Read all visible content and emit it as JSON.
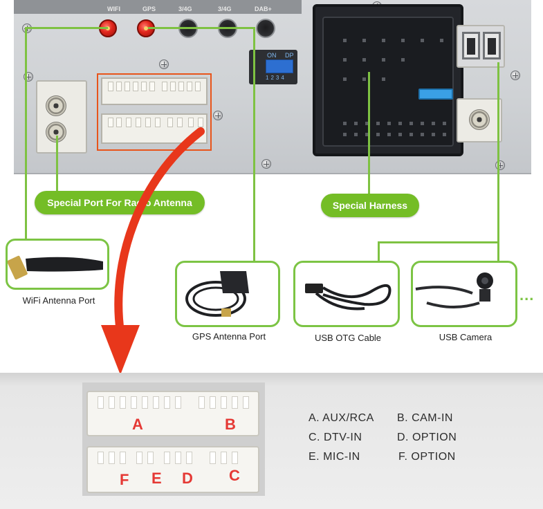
{
  "panel": {
    "rf_labels": [
      "WIFI",
      "GPS"
    ],
    "hole_labels": [
      "3/4G",
      "3/4G",
      "DAB+"
    ],
    "dip_switch": {
      "on_label": "ON",
      "dp_label": "DP",
      "numbers": "1234"
    }
  },
  "callouts": {
    "radio_antenna": "Special Port For Radio Antenna",
    "harness": "Special Harness"
  },
  "accessories": [
    {
      "id": "wifi",
      "label": "WiFi Antenna Port",
      "icon": "wifi-antenna-icon"
    },
    {
      "id": "gps",
      "label": "GPS Antenna Port",
      "icon": "gps-antenna-icon"
    },
    {
      "id": "usb_otg",
      "label": "USB OTG Cable",
      "icon": "usb-cable-icon"
    },
    {
      "id": "usb_camera",
      "label": "USB Camera",
      "icon": "camera-icon"
    }
  ],
  "more_indicator": "...",
  "connector_letters": [
    "A",
    "B",
    "F",
    "E",
    "D",
    "C"
  ],
  "legend": [
    [
      "A. AUX/RCA",
      "B. CAM-IN"
    ],
    [
      "C. DTV-IN",
      "D. OPTION"
    ],
    [
      "E. MIC-IN",
      "F. OPTION"
    ]
  ],
  "colors": {
    "accent_green": "#74bd26",
    "line_green": "#7ec242",
    "arrow_red": "#e8371b",
    "letter_red": "#e53935"
  }
}
